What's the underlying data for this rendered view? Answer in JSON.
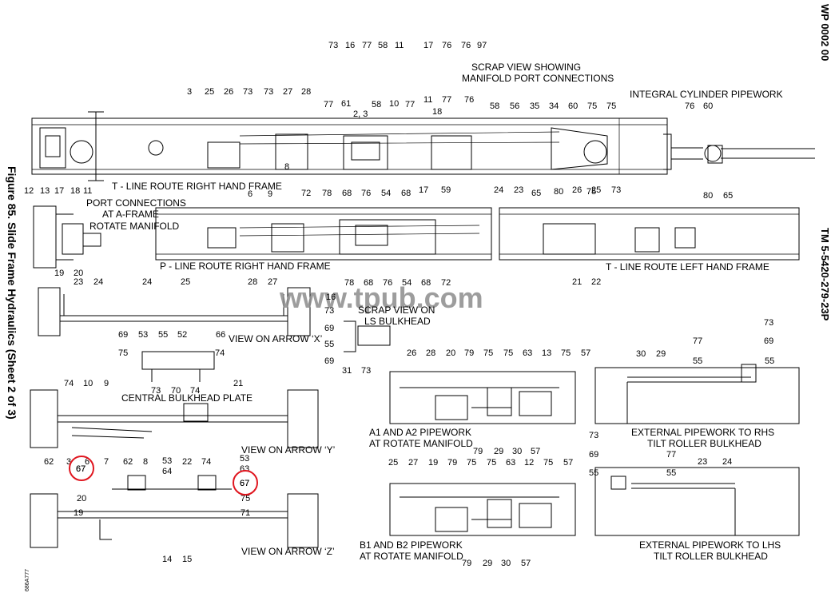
{
  "header": {
    "wp": "WP 0002 00",
    "tm": "TM 5-5420-279-23P",
    "figure": "Figure 85. Slide Frame Hydraulics (Sheet 2 of 3)",
    "art_id": "686A777"
  },
  "watermark": {
    "text": "www.tpub.com"
  },
  "captions": {
    "scrap_manifold": [
      "SCRAP VIEW SHOWING",
      "MANIFOLD PORT CONNECTIONS"
    ],
    "integral": [
      "INTEGRAL CYLINDER PIPEWORK"
    ],
    "t_right": [
      "T - LINE ROUTE RIGHT HAND FRAME"
    ],
    "port_conn": [
      "PORT CONNECTIONS",
      "AT A-FRAME",
      "ROTATE MANIFOLD"
    ],
    "p_right": [
      "P - LINE ROUTE RIGHT HAND FRAME"
    ],
    "t_left": [
      "T - LINE ROUTE LEFT HAND FRAME"
    ],
    "scrap_ls": [
      "SCRAP VIEW ON",
      "LS BULKHEAD"
    ],
    "arrow_x": [
      "VIEW ON ARROW ‘X’"
    ],
    "central": [
      "CENTRAL BULKHEAD PLATE"
    ],
    "arrow_y": [
      "VIEW ON ARROW ‘Y’"
    ],
    "arrow_z": [
      "VIEW ON ARROW ‘Z’"
    ],
    "a1a2": [
      "A1 AND A2 PIPEWORK",
      "AT ROTATE MANIFOLD"
    ],
    "b1b2": [
      "B1 AND B2 PIPEWORK",
      "AT ROTATE MANIFOLD"
    ],
    "ext_rhs": [
      "EXTERNAL PIPEWORK TO RHS",
      "TILT ROLLER BULKHEAD"
    ],
    "ext_lhs": [
      "EXTERNAL PIPEWORK TO LHS",
      "TILT ROLLER BULKHEAD"
    ]
  },
  "callouts": {
    "top_cluster": [
      "73",
      "16",
      "77",
      "58",
      "11",
      "77",
      "61",
      "58",
      "10",
      "77",
      "2, 3"
    ],
    "scrap_cluster": [
      "17",
      "76",
      "76",
      "97",
      "11",
      "77",
      "76"
    ],
    "t_right_top": [
      "3",
      "25",
      "26",
      "73",
      "73",
      "27",
      "28",
      "18",
      "58",
      "56",
      "35",
      "34",
      "60",
      "75",
      "75",
      "76",
      "60"
    ],
    "t_right_bottom": [
      "8",
      "72",
      "78",
      "68",
      "76",
      "54",
      "68",
      "65",
      "80",
      "75",
      "80",
      "65"
    ],
    "port_top": [
      "12",
      "13",
      "17",
      "18",
      "11"
    ],
    "port_bottom": [
      "19",
      "20",
      "23",
      "24"
    ],
    "p_right_top": [
      "6",
      "9",
      "17",
      "59"
    ],
    "p_right_bottom": [
      "78",
      "68",
      "76",
      "54",
      "68",
      "72"
    ],
    "t_left_top": [
      "24",
      "23",
      "26",
      "25",
      "73"
    ],
    "t_left_bottom": [
      "21",
      "22"
    ],
    "x_view_top": [
      "24",
      "25",
      "28",
      "27"
    ],
    "ls_view": [
      "16",
      "73",
      "69",
      "55",
      "69",
      "31",
      "73"
    ],
    "x_assembly": [
      "69",
      "53",
      "55",
      "52",
      "66",
      "75",
      "74",
      "73",
      "70",
      "74"
    ],
    "y_view": [
      "74",
      "10",
      "9",
      "21",
      "62",
      "3",
      "6",
      "7",
      "62",
      "8",
      "22",
      "74",
      "53",
      "64",
      "53",
      "63",
      "75",
      "67",
      "67"
    ],
    "z_view": [
      "20",
      "19",
      "14",
      "15",
      "71"
    ],
    "a1a2_view": [
      "26",
      "28",
      "20",
      "79",
      "75",
      "75",
      "63",
      "13",
      "75",
      "57",
      "79",
      "29",
      "30",
      "57"
    ],
    "b1b2_view": [
      "25",
      "27",
      "19",
      "79",
      "75",
      "75",
      "63",
      "12",
      "75",
      "57",
      "79",
      "29",
      "30",
      "57"
    ],
    "rhs_view": [
      "73",
      "77",
      "69",
      "55",
      "55",
      "30",
      "29"
    ],
    "lhs_view": [
      "73",
      "69",
      "77",
      "55",
      "55",
      "23",
      "24"
    ]
  },
  "highlights": [
    {
      "label": "67",
      "color": "#e0161f"
    },
    {
      "label": "67",
      "color": "#e0161f"
    }
  ],
  "colors": {
    "ink": "#000000",
    "watermark": "#8c8c8c",
    "highlight": "#e0161f"
  }
}
